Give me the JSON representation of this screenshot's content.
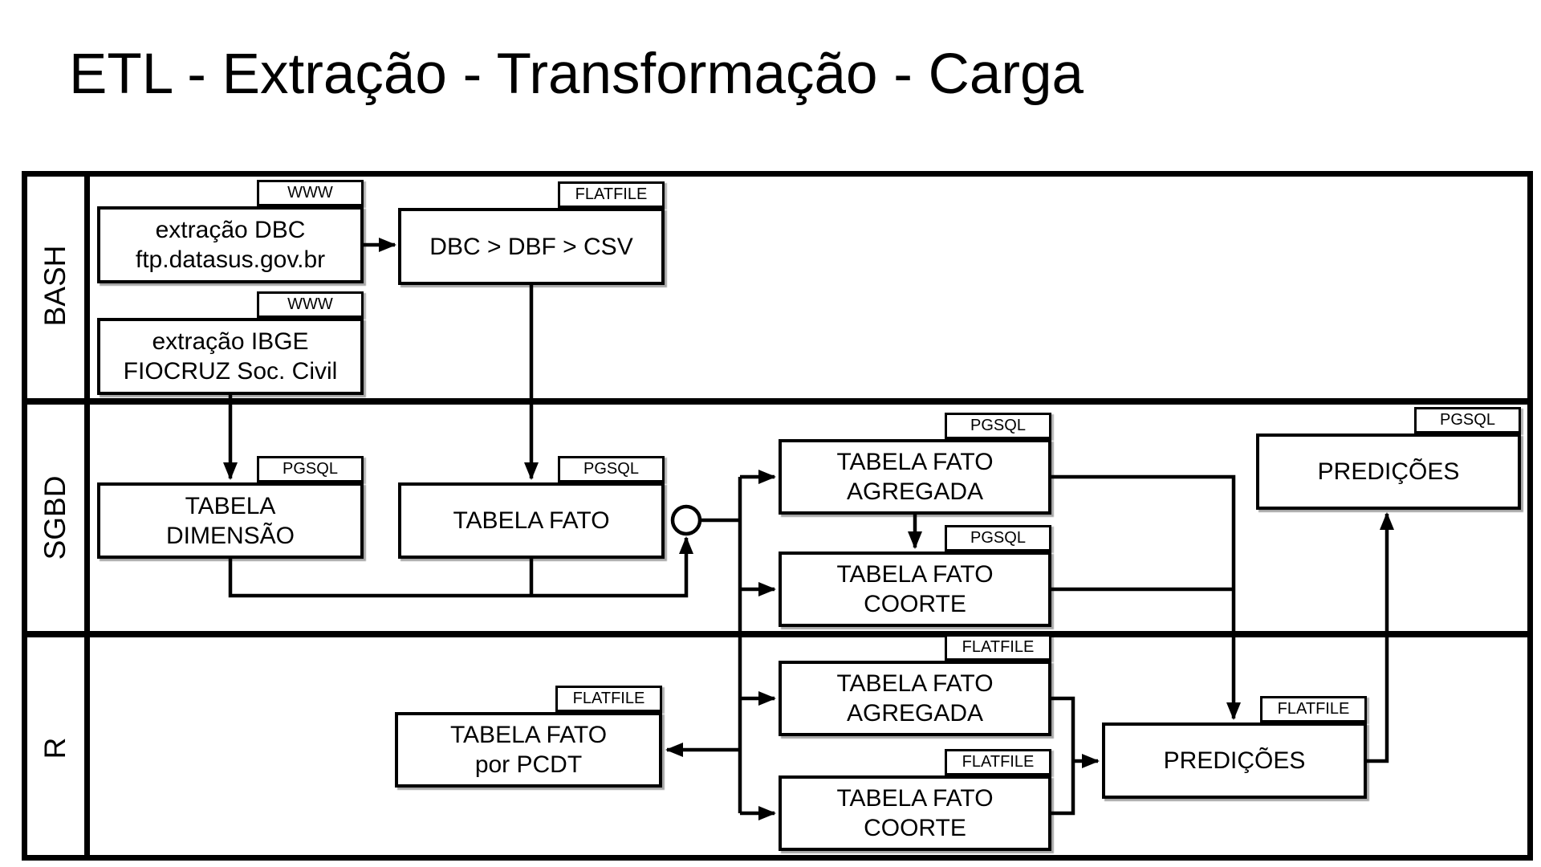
{
  "title": "ETL - Extração - Transformação - Carga",
  "colors": {
    "stroke": "#000000",
    "fill": "#ffffff",
    "background": "#ffffff"
  },
  "lanes": [
    {
      "label": "BASH"
    },
    {
      "label": "SGBD"
    },
    {
      "label": "R"
    }
  ],
  "boxes": [
    {
      "id": "extracao-dbc",
      "lane": "BASH",
      "tab": "WWW",
      "lines": [
        "extração DBC",
        "ftp.datasus.gov.br"
      ]
    },
    {
      "id": "dbc-dbf-csv",
      "lane": "BASH",
      "tab": "FLATFILE",
      "lines": [
        "DBC > DBF > CSV"
      ]
    },
    {
      "id": "extracao-ibge",
      "lane": "BASH",
      "tab": "WWW",
      "lines": [
        "extração IBGE",
        "FIOCRUZ Soc. Civil"
      ]
    },
    {
      "id": "tabela-dimensao",
      "lane": "SGBD",
      "tab": "PGSQL",
      "lines": [
        "TABELA",
        "DIMENSÃO"
      ]
    },
    {
      "id": "tabela-fato",
      "lane": "SGBD",
      "tab": "PGSQL",
      "lines": [
        "TABELA FATO"
      ]
    },
    {
      "id": "tabela-fato-agregada-sgbd",
      "lane": "SGBD",
      "tab": "PGSQL",
      "lines": [
        "TABELA FATO",
        "AGREGADA"
      ]
    },
    {
      "id": "tabela-fato-coorte-sgbd",
      "lane": "SGBD",
      "tab": "PGSQL",
      "lines": [
        "TABELA FATO",
        "COORTE"
      ]
    },
    {
      "id": "predicoes-sgbd",
      "lane": "SGBD",
      "tab": "PGSQL",
      "lines": [
        "PREDIÇÕES"
      ]
    },
    {
      "id": "tabela-fato-por-pcdt",
      "lane": "R",
      "tab": "FLATFILE",
      "lines": [
        "TABELA FATO",
        "por PCDT"
      ]
    },
    {
      "id": "tabela-fato-agregada-r",
      "lane": "R",
      "tab": "FLATFILE",
      "lines": [
        "TABELA FATO",
        "AGREGADA"
      ]
    },
    {
      "id": "tabela-fato-coorte-r",
      "lane": "R",
      "tab": "FLATFILE",
      "lines": [
        "TABELA FATO",
        "COORTE"
      ]
    },
    {
      "id": "predicoes-r",
      "lane": "R",
      "tab": "FLATFILE",
      "lines": [
        "PREDIÇÕES"
      ]
    }
  ]
}
